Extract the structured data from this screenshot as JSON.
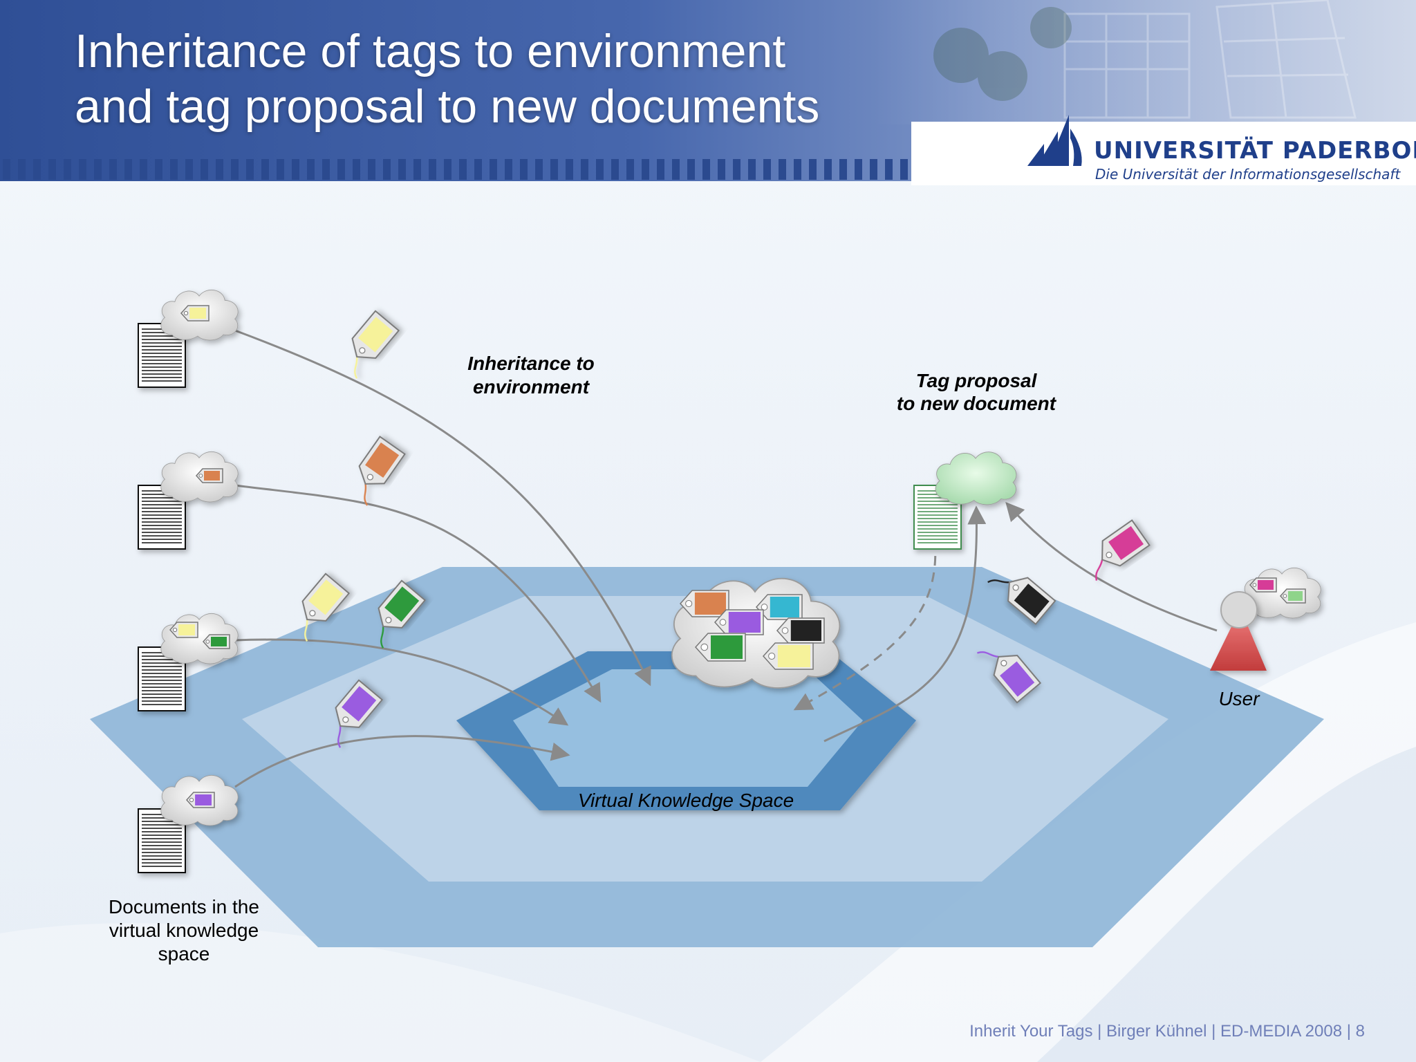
{
  "slide": {
    "title_line1": "Inheritance of tags to environment",
    "title_line2": "and tag proposal to new documents",
    "logo": {
      "name": "UNIVERSITÄT PADERBORN",
      "tagline": "Die Universität der Informationsgesellschaft"
    },
    "footer": "Inherit Your Tags | Birger Kühnel | ED-MEDIA 2008  |  8"
  },
  "diagram": {
    "label_inheritance_line1": "Inheritance to",
    "label_inheritance_line2": "environment",
    "label_proposal_line1": "Tag proposal",
    "label_proposal_line2": "to new document",
    "label_vks": "Virtual Knowledge Space",
    "label_user": "User",
    "label_documents_line1": "Documents in the",
    "label_documents_line2": "virtual knowledge",
    "label_documents_line3": "space"
  },
  "colors": {
    "header_blue": "#3b5ba2",
    "tag_yellow": "#f6f29a",
    "tag_orange": "#d9824f",
    "tag_green": "#2d9a3c",
    "tag_purple": "#9a5be0",
    "tag_pink": "#d63c97",
    "tag_cyan": "#35b7d1",
    "tag_black": "#222222",
    "user_red": "#d14d4d",
    "arrow_gray": "#8a8a8a"
  }
}
